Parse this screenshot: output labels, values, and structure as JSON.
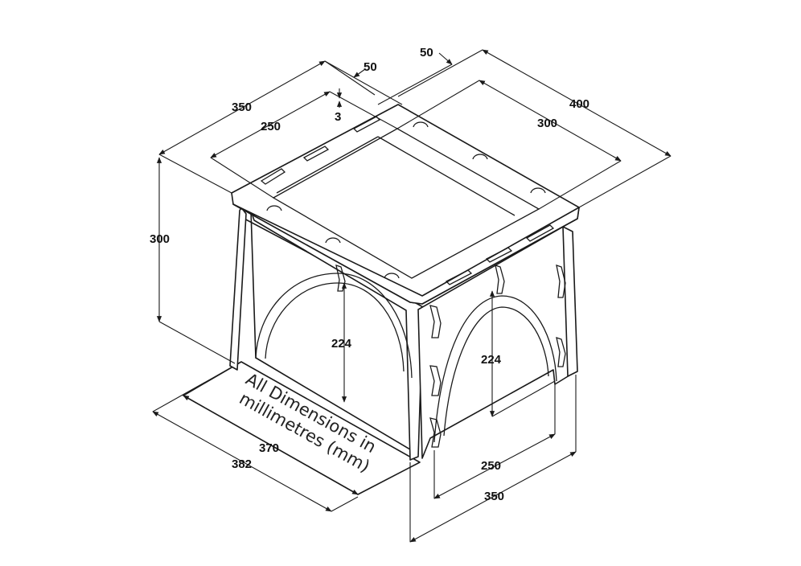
{
  "dimensions": {
    "top_length": "350",
    "top_inner_length": "250",
    "top_width": "400",
    "top_inner_width": "300",
    "border_left": "50",
    "border_right": "50",
    "thickness": "3",
    "height": "300",
    "arch_left": "224",
    "arch_right": "224",
    "base_inner": "370",
    "base_outer": "382",
    "front_inner": "250",
    "front_outer": "350"
  },
  "note": {
    "line1": "All Dimensions in",
    "line2": "millimetres (mm)"
  },
  "colors": {
    "line": "#1a1a1a",
    "paper": "#ffffff"
  }
}
